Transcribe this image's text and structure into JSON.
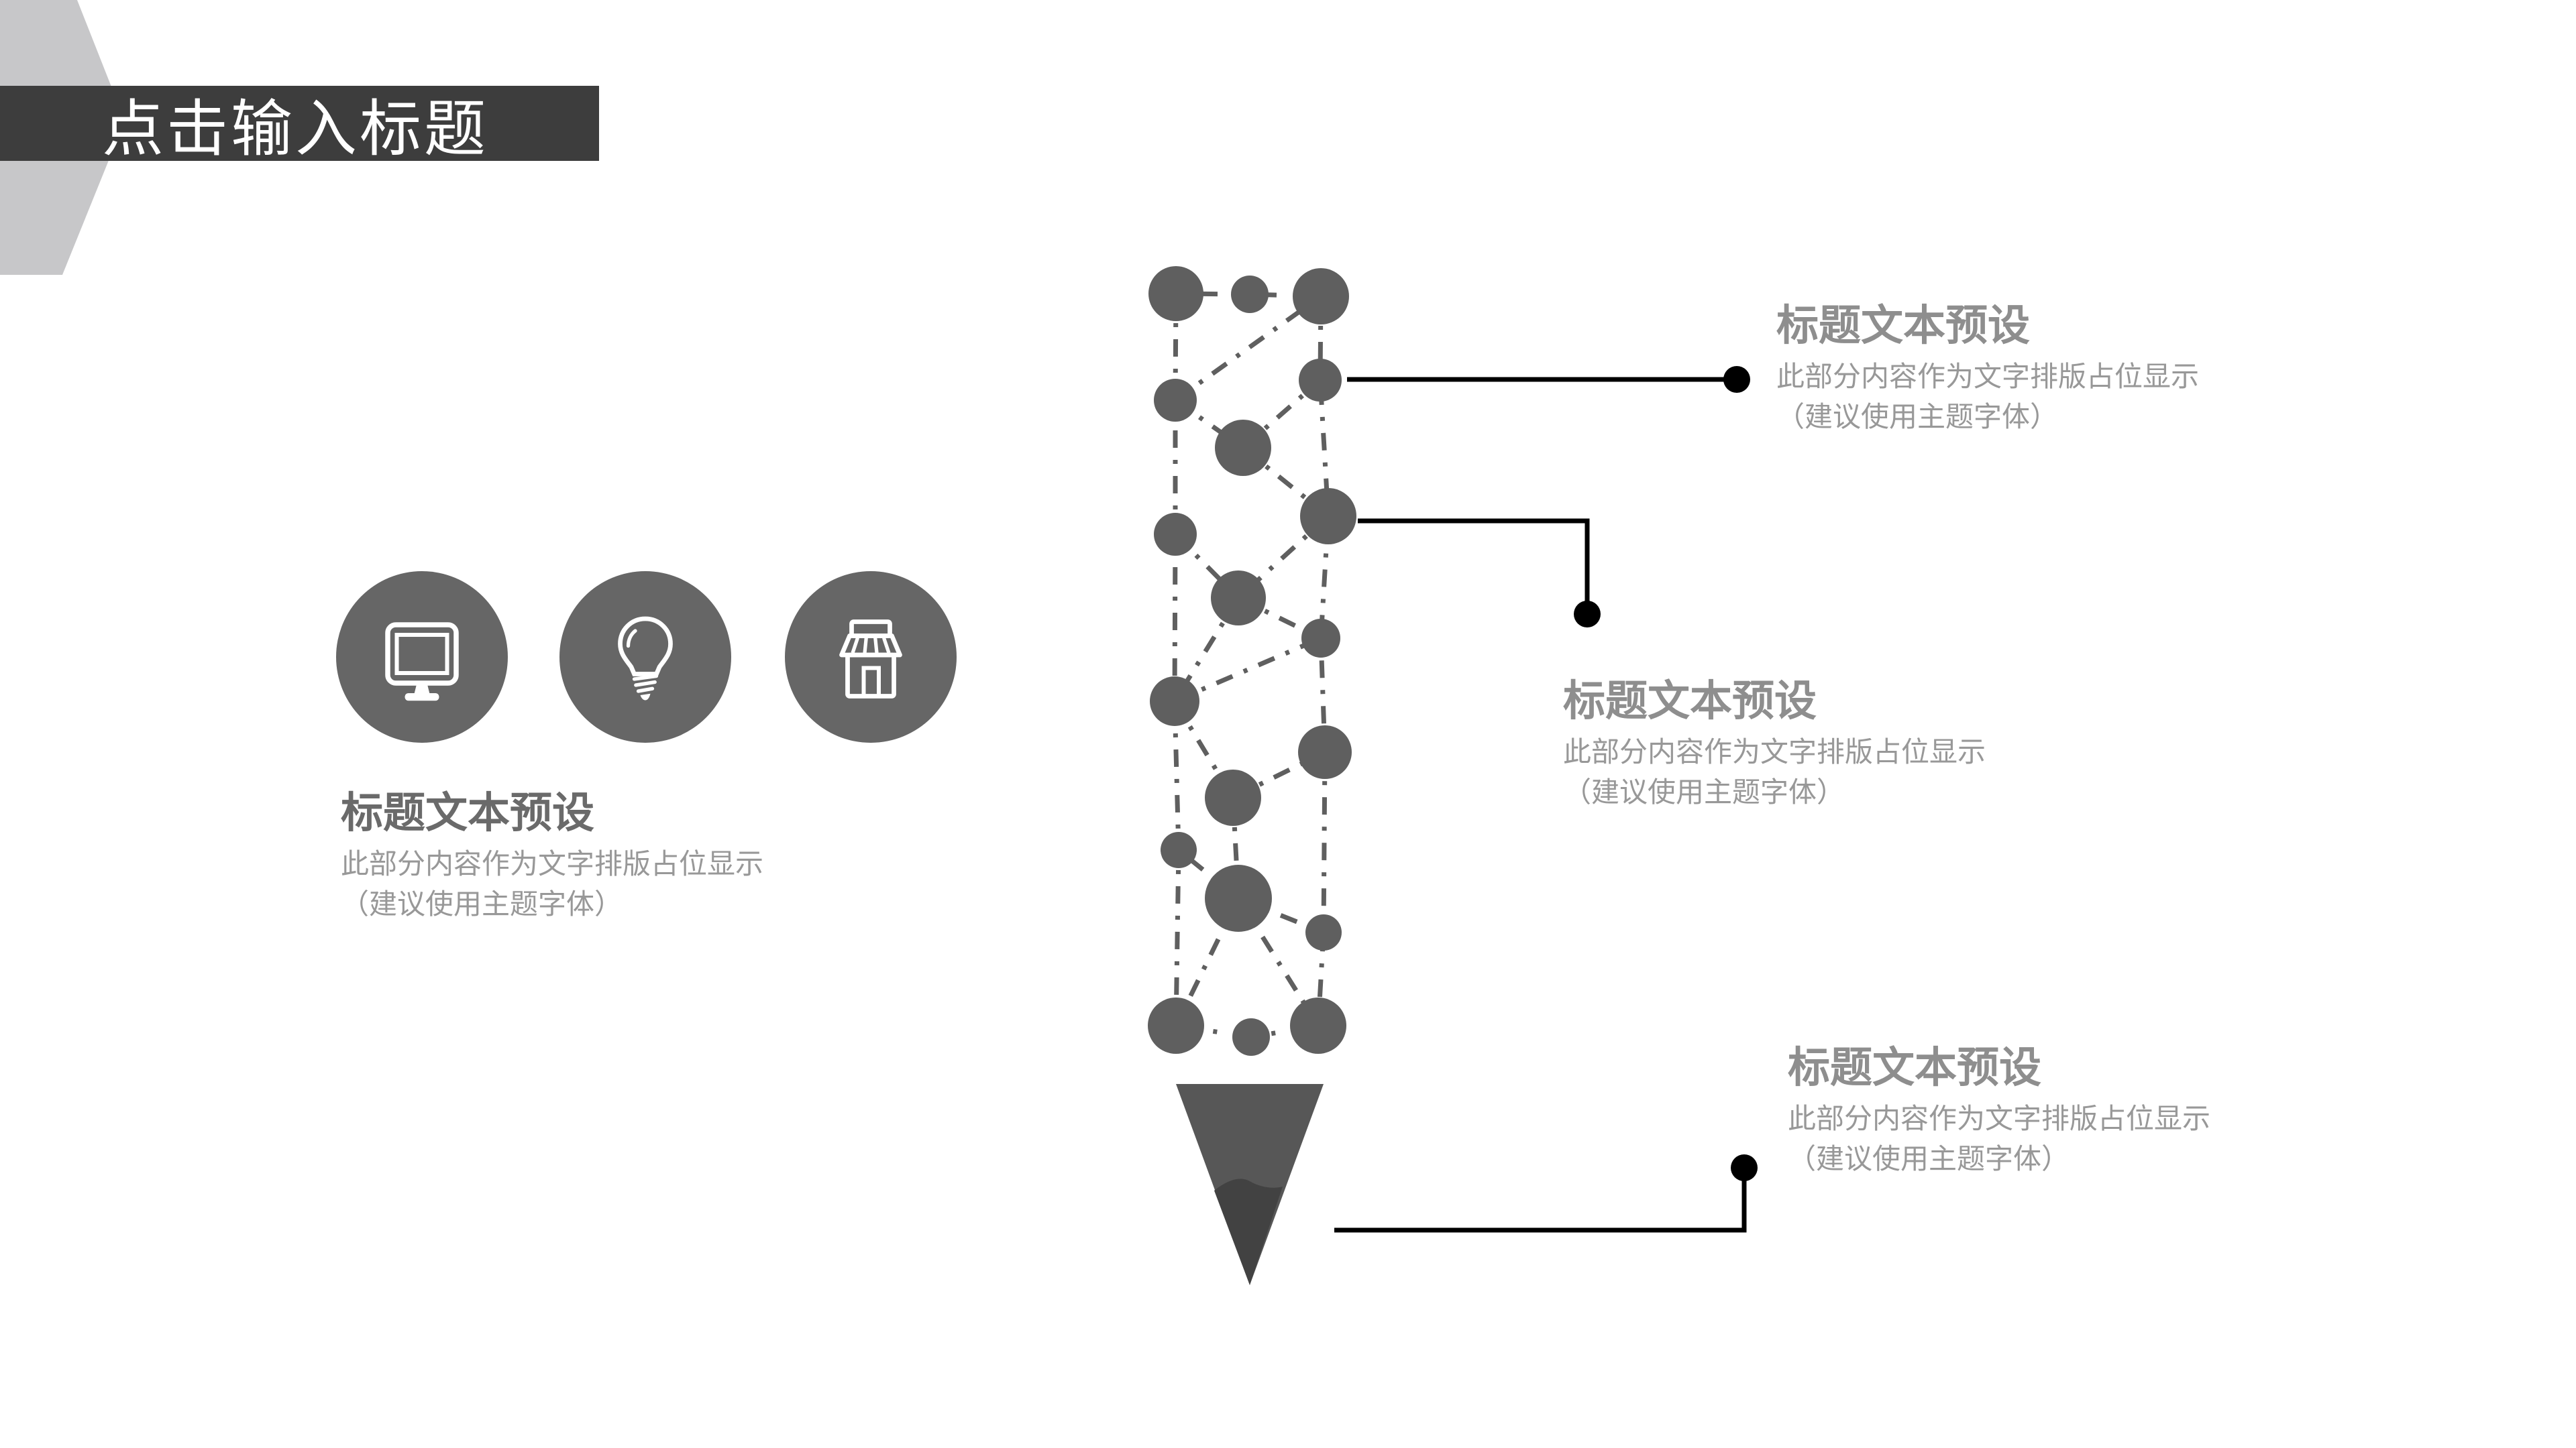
{
  "slide": {
    "title": "点击输入标题",
    "colors": {
      "title_bar": "#3d3d3d",
      "title_text": "#ffffff",
      "decor_hexagon": "#c7c7c9",
      "icon_circle": "#666666",
      "network_dot": "#5f5f5f",
      "pencil_body": "#575757",
      "pencil_tip": "#424242",
      "connector_line": "#000000",
      "heading_left": "#6a6a6a",
      "heading_right": "#8e8e8e",
      "body_text": "#989898"
    }
  },
  "icons": [
    {
      "name": "monitor-icon"
    },
    {
      "name": "lightbulb-icon"
    },
    {
      "name": "storefront-icon"
    }
  ],
  "text_blocks": [
    {
      "id": "left",
      "heading": "标题文本预设",
      "body_line1": "此部分内容作为文字排版占位显示",
      "body_line2": "（建议使用主题字体）"
    },
    {
      "id": "top-right",
      "heading": "标题文本预设",
      "body_line1": "此部分内容作为文字排版占位显示",
      "body_line2": "（建议使用主题字体）"
    },
    {
      "id": "middle-right",
      "heading": "标题文本预设",
      "body_line1": "此部分内容作为文字排版占位显示",
      "body_line2": "（建议使用主题字体）"
    },
    {
      "id": "bottom-right",
      "heading": "标题文本预设",
      "body_line1": "此部分内容作为文字排版占位显示",
      "body_line2": "（建议使用主题字体）"
    }
  ]
}
